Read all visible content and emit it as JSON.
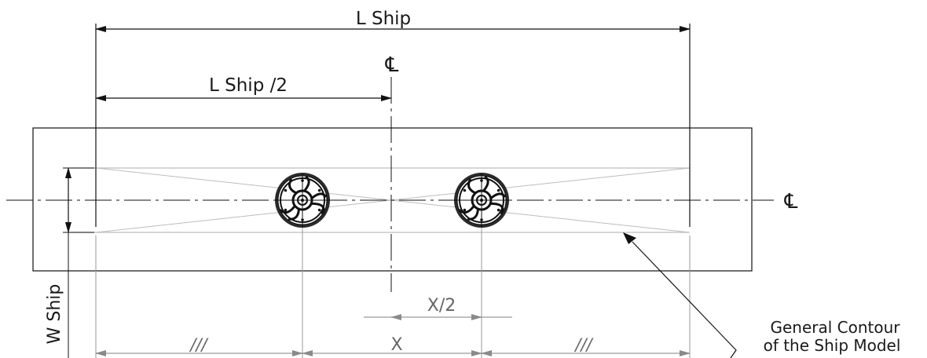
{
  "labels": {
    "l_ship": "L Ship",
    "l_ship_half": "L Ship /2",
    "centerline_top": "℄",
    "centerline_right": "℄",
    "w_ship": "W Ship",
    "x_half": "X/2",
    "x": "X",
    "hatch_left": "///",
    "hatch_right": "///",
    "contour_line1": "General Contour",
    "contour_line2": "of the Ship Model"
  },
  "colors": {
    "line": "#111111",
    "dimension_grey": "#9a9a9a",
    "construction_grey": "#bdbdbd"
  },
  "icons": {
    "thruster_left": "azimuth-thruster-icon",
    "thruster_right": "azimuth-thruster-icon"
  }
}
